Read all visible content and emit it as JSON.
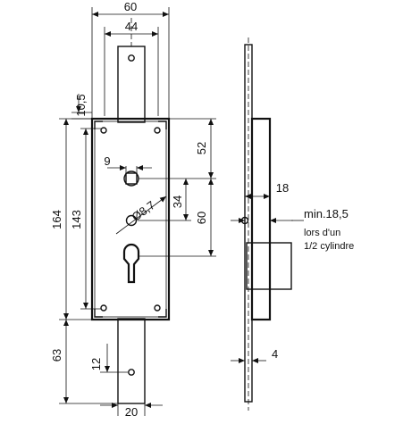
{
  "dimensions": {
    "width_60": "60",
    "width_44": "44",
    "offset_10_5": "10,5",
    "height_164": "164",
    "height_143": "143",
    "top_52": "52",
    "square_9": "9",
    "diameter": "Ø8,7",
    "gap_34": "34",
    "mid_60": "60",
    "bottom_63": "63",
    "slot_12": "12",
    "bar_20": "20",
    "depth_18": "18",
    "min_18_5": "min.18,5",
    "plate_4": "4"
  },
  "notes": {
    "line1": "lors d'un",
    "line2": "1/2 cylindre"
  }
}
